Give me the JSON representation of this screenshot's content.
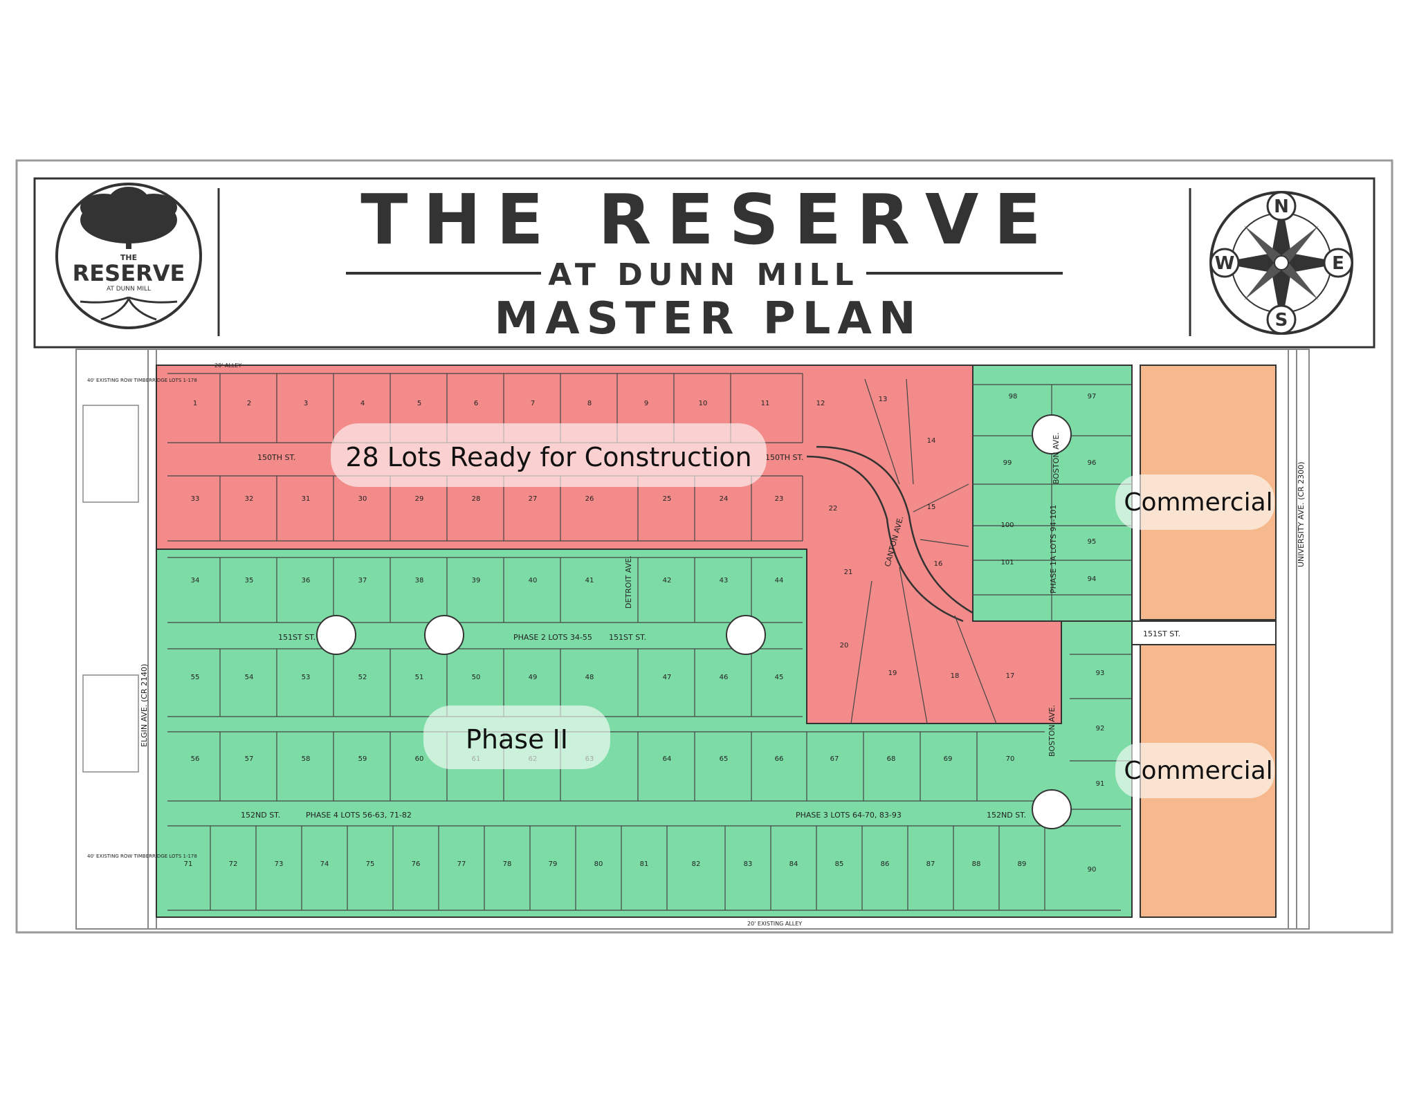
{
  "header": {
    "title": "THE RESERVE",
    "subtitle": "AT DUNN MILL",
    "plan": "MASTER PLAN"
  },
  "logo": {
    "top": "THE",
    "name": "RESERVE",
    "sub": "AT DUNN MILL",
    "icon": "tree-icon"
  },
  "compass": {
    "icon": "compass-rose-icon",
    "n": "N",
    "s": "S",
    "e": "E",
    "w": "W"
  },
  "overlays": {
    "ready": "28 Lots Ready for Construction",
    "phase2": "Phase II",
    "commercial_1": "Commercial",
    "commercial_2": "Commercial"
  },
  "streets": {
    "st150": "150TH ST.",
    "st150b": "150TH ST.",
    "st151a": "151ST ST.",
    "st151b": "151ST ST.",
    "st151c": "151ST ST.",
    "st152a": "152ND ST.",
    "st152b": "152ND ST.",
    "phase2": "PHASE 2 LOTS  34-55",
    "phase3": "PHASE 3 LOTS  64-70, 83-93",
    "phase4": "PHASE 4 LOTS  56-63, 71-82",
    "phase1a": "PHASE 1A LOTS  94-101",
    "detroit": "DETROIT AVE.",
    "canton": "CANTON AVE.",
    "boston_a": "BOSTON AVE.",
    "boston_b": "BOSTON AVE.",
    "elgin": "ELGIN AVE. (CR 2140)",
    "university": "UNIVERSITY AVE. (CR 2300)",
    "alley_top": "20' ALLEY",
    "alley_bottom": "20' EXISTING ALLEY",
    "existing_row_top": "40' EXISTING ROW TIMBERRIDGE LOTS 1-178",
    "existing_row_bottom": "40' EXISTING ROW TIMBERRIDGE LOTS 1-178"
  },
  "lots": {
    "red": [
      "1",
      "2",
      "3",
      "4",
      "5",
      "6",
      "7",
      "8",
      "9",
      "10",
      "11",
      "12",
      "13",
      "14",
      "15",
      "16",
      "17",
      "18",
      "19",
      "20",
      "21",
      "22",
      "23",
      "24",
      "25",
      "26",
      "27",
      "28",
      "29",
      "30",
      "31",
      "32",
      "33"
    ],
    "green_phase2_upper": [
      "34",
      "35",
      "36",
      "37",
      "38",
      "39",
      "40",
      "41",
      "42",
      "43",
      "44"
    ],
    "green_phase2_lower": [
      "55",
      "54",
      "53",
      "52",
      "51",
      "50",
      "49",
      "48",
      "47",
      "46",
      "45"
    ],
    "green_row3": [
      "56",
      "57",
      "58",
      "59",
      "60",
      "61",
      "62",
      "63",
      "64",
      "65",
      "66",
      "67",
      "68",
      "69",
      "70"
    ],
    "green_row4": [
      "71",
      "72",
      "73",
      "74",
      "75",
      "76",
      "77",
      "78",
      "79",
      "80",
      "81",
      "82",
      "83",
      "84",
      "85",
      "86",
      "87",
      "88",
      "89",
      "90"
    ],
    "green_east": [
      "91",
      "92",
      "93",
      "94",
      "95",
      "96",
      "97",
      "98",
      "99",
      "100",
      "101"
    ]
  },
  "colors": {
    "red": "#f28b89",
    "green": "#7ddba6",
    "orange": "#f6b98e",
    "ink": "#222222"
  }
}
